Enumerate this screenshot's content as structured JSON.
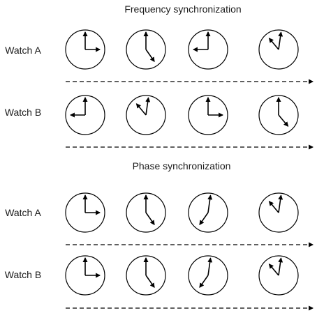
{
  "sections": [
    {
      "title": "Frequency synchronization",
      "rows": [
        {
          "label": "Watch A",
          "clocks": [
            {
              "a": 0,
              "b": 90
            },
            {
              "a": 0,
              "b": 145
            },
            {
              "a": 0,
              "b": 270
            },
            {
              "a": 8,
              "b": 320
            }
          ]
        },
        {
          "label": "Watch B",
          "clocks": [
            {
              "a": 0,
              "b": 270
            },
            {
              "a": 8,
              "b": 320
            },
            {
              "a": 0,
              "b": 90
            },
            {
              "a": 0,
              "b": 140
            }
          ]
        }
      ]
    },
    {
      "title": "Phase synchronization",
      "rows": [
        {
          "label": "Watch A",
          "clocks": [
            {
              "a": 0,
              "b": 90
            },
            {
              "a": 0,
              "b": 145
            },
            {
              "a": 8,
              "b": 215
            },
            {
              "a": 8,
              "b": 320
            }
          ]
        },
        {
          "label": "Watch B",
          "clocks": [
            {
              "a": 0,
              "b": 90
            },
            {
              "a": 0,
              "b": 145
            },
            {
              "a": 8,
              "b": 215
            },
            {
              "a": 8,
              "b": 320
            }
          ]
        }
      ]
    }
  ]
}
